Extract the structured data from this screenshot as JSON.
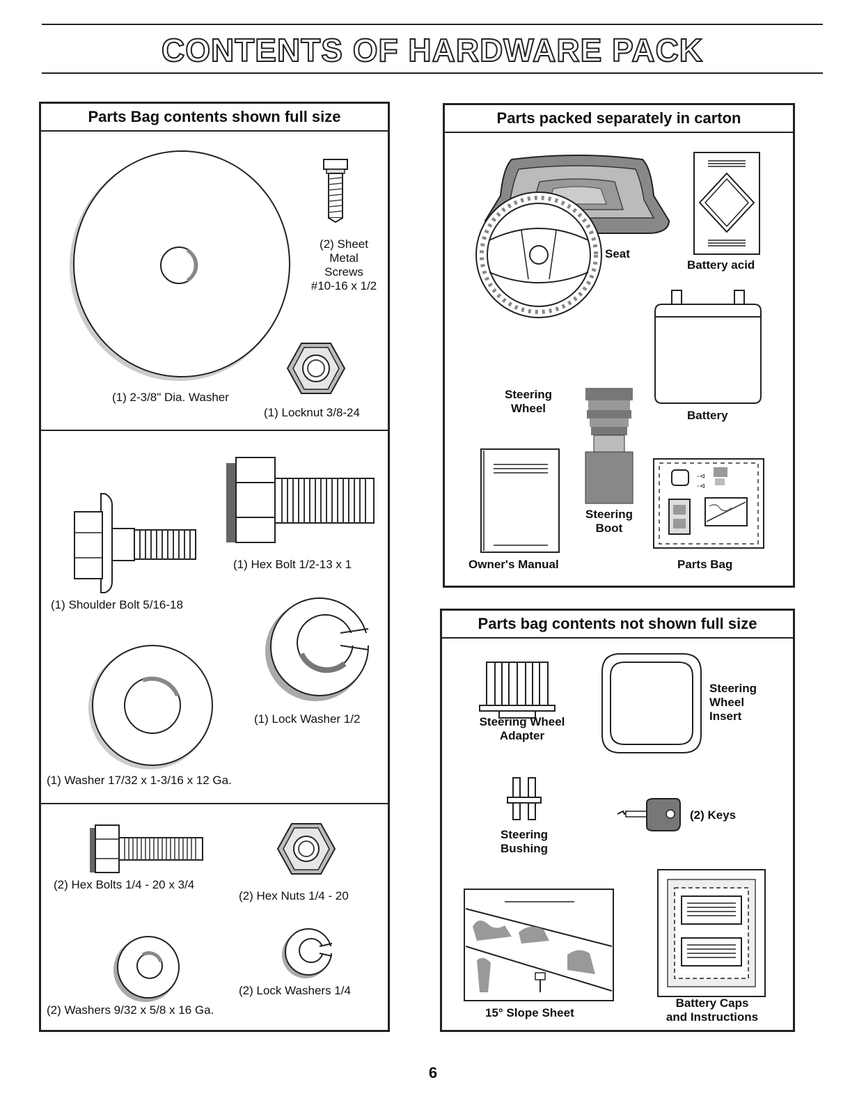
{
  "page": {
    "title": "CONTENTS OF HARDWARE PACK",
    "page_number": "6"
  },
  "left_box": {
    "header": "Parts Bag contents shown full size",
    "items": {
      "washer_large": "(1) 2-3/8\" Dia. Washer",
      "sheet_metal_screws": [
        "(2) Sheet",
        "Metal",
        "Screws",
        "#10-16 x 1/2"
      ],
      "locknut": "(1) Locknut  3/8-24",
      "hex_bolt_half": "(1) Hex Bolt  1/2-13 x 1",
      "shoulder_bolt": "(1) Shoulder Bolt  5/16-18",
      "lock_washer_half": "(1) Lock Washer  1/2",
      "washer_medium": "(1) Washer  17/32 x 1-3/16 x 12 Ga.",
      "hex_bolts_quarter": "(2) Hex Bolts  1/4 - 20 x 3/4",
      "hex_nuts": "(2) Hex Nuts  1/4 - 20",
      "lock_washers_quarter": "(2) Lock Washers  1/4",
      "washers_small": "(2) Washers  9/32  x 5/8 x 16 Ga."
    }
  },
  "carton_box": {
    "header": "Parts packed separately in carton",
    "items": {
      "seat": "Seat",
      "battery_acid": "Battery acid",
      "steering_wheel": [
        "Steering",
        "Wheel"
      ],
      "battery": "Battery",
      "steering_boot": [
        "Steering",
        "Boot"
      ],
      "owners_manual": "Owner's Manual",
      "parts_bag": "Parts Bag"
    }
  },
  "not_full_box": {
    "header": "Parts bag contents not shown full size",
    "items": {
      "steering_wheel_adapter": [
        "Steering Wheel",
        "Adapter"
      ],
      "steering_wheel_insert": [
        "Steering",
        "Wheel",
        "Insert"
      ],
      "steering_bushing": [
        "Steering",
        "Bushing"
      ],
      "keys": "(2) Keys",
      "slope_sheet": "15° Slope Sheet",
      "battery_caps": [
        "Battery Caps",
        "and Instructions"
      ]
    }
  }
}
